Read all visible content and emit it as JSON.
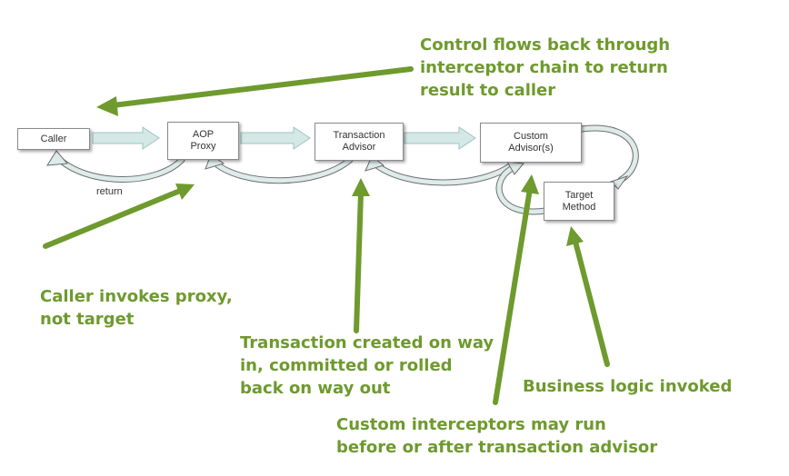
{
  "boxes": {
    "caller": "Caller",
    "aop_proxy": "AOP\nProxy",
    "transaction_advisor": "Transaction\nAdvisor",
    "custom_advisor": "Custom\nAdvisor(s)",
    "target_method": "Target\nMethod"
  },
  "labels": {
    "return": "return"
  },
  "notes": {
    "control_flows": "Control flows back through\ninterceptor chain to return\nresult to caller",
    "caller_invokes": "Caller invokes proxy,\nnot target",
    "transaction_created": "Transaction created on way\nin, committed or rolled\nback on way out",
    "business_logic": "Business logic invoked",
    "custom_interceptors": "Custom interceptors may run\nbefore or after transaction advisor"
  },
  "colors": {
    "annotation_green": "#6e9a2e",
    "flow_arrow_fill": "#d4e8e6",
    "flow_arrow_stroke": "#9fc3bf",
    "return_arc_fill": "#ddebe9",
    "return_arc_stroke": "#6f6f6f"
  }
}
